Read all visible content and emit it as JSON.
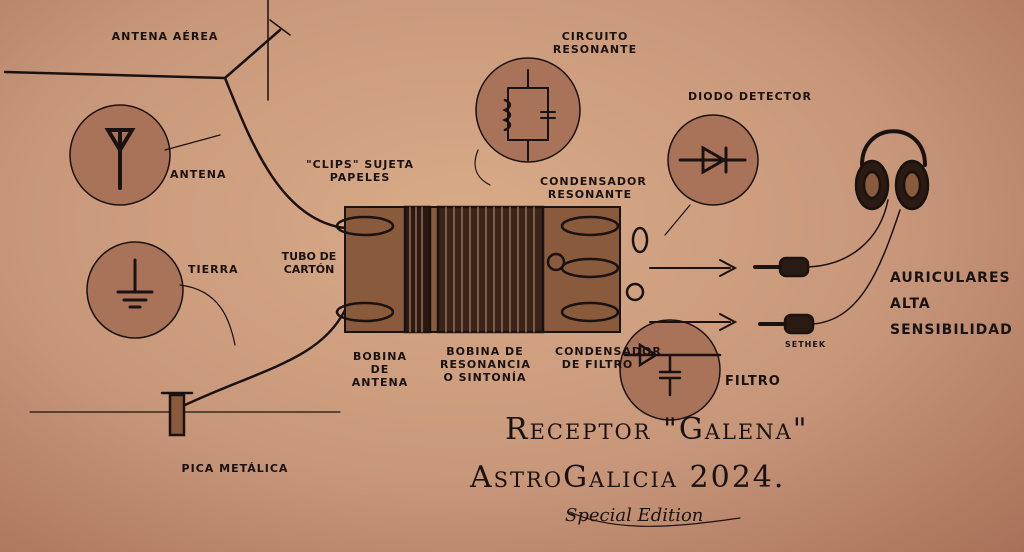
{
  "labels": {
    "antena_aerea": "Antena Aérea",
    "antena": "Antena",
    "tierra": "Tierra",
    "pica_metalica": "Pica Metálica",
    "circuito_resonante": "Circuito Resonante",
    "diodo_detector": "Diodo Detector",
    "clips": "\"Clips\" Sujeta Papeles",
    "tubo_carton": "Tubo de Cartón",
    "bobina_antena": "Bobina de Antena",
    "bobina_resonancia": "Bobina de Resonancia o Sintonía",
    "condensador_resonante": "Condensador Resonante",
    "condensador_filtro": "Condensador de Filtro",
    "filtro": "Filtro",
    "auriculares": "Auriculares Alta Sensibilidad",
    "plug_brand": "Sethek"
  },
  "title": {
    "line1": "Receptor \"Galena\"",
    "line2": "AstroGalicia 2024.",
    "edition": "Special Edition"
  },
  "colors": {
    "ink": "#1a1210",
    "shade": "#8a5a3c",
    "paper": "#c8977a"
  }
}
